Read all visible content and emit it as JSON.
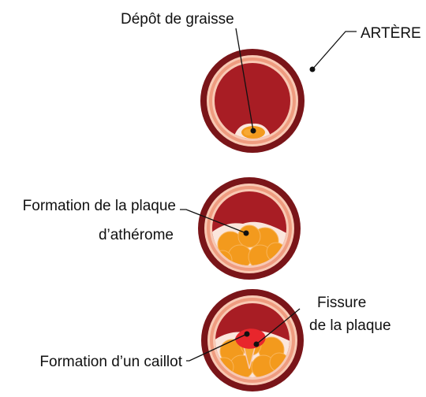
{
  "labels": {
    "fat_deposit": "Dépôt de graisse",
    "artery": "ARTÈRE",
    "plaque_formation_line1": "Formation de la plaque",
    "plaque_formation_line2": "d’athérome",
    "plaque_fissure_line1": "Fissure",
    "plaque_fissure_line2": "de la plaque",
    "clot_formation": "Formation d’un caillot"
  },
  "colors": {
    "outer_wall": "#7a1519",
    "ring_light": "#f8c9b4",
    "ring_salmon": "#ef9c80",
    "lumen": "#a81d24",
    "plaque": "#f39a1d",
    "plaque_light": "#f7a934",
    "clot": "#e8262c",
    "leader_line": "#111111"
  }
}
